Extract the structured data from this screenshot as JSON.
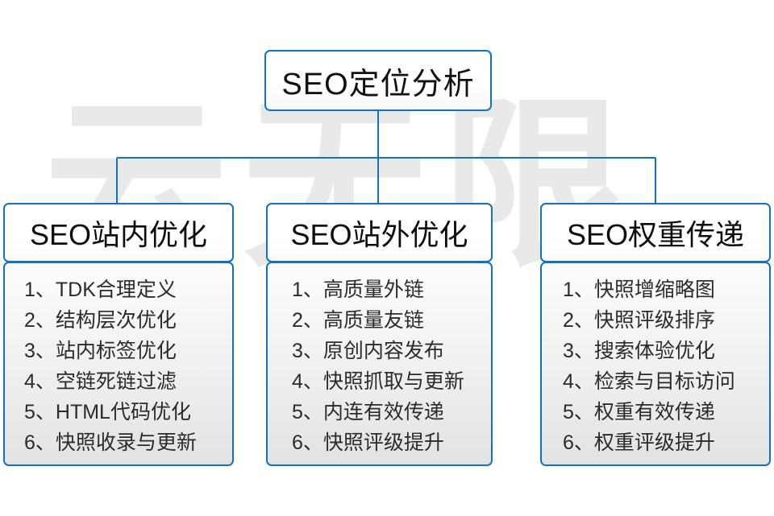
{
  "diagram": {
    "watermark": "云无限",
    "accent_color": "#1172c4",
    "root": {
      "label": "SEO定位分析"
    },
    "columns": [
      {
        "id": "seo-onsite",
        "title": "SEO站内优化",
        "items": [
          "1、TDK合理定义",
          "2、结构层次优化",
          "3、站内标签优化",
          "4、空链死链过滤",
          "5、HTML代码优化",
          "6、快照收录与更新"
        ]
      },
      {
        "id": "seo-offsite",
        "title": "SEO站外优化",
        "items": [
          "1、高质量外链",
          "2、高质量友链",
          "3、原创内容发布",
          "4、快照抓取与更新",
          "5、内连有效传递",
          "6、快照评级提升"
        ]
      },
      {
        "id": "seo-weight",
        "title": "SEO权重传递",
        "items": [
          "1、快照增缩略图",
          "2、快照评级排序",
          "3、搜索体验优化",
          "4、检索与目标访问",
          "5、权重有效传递",
          "6、权重评级提升"
        ]
      }
    ]
  }
}
